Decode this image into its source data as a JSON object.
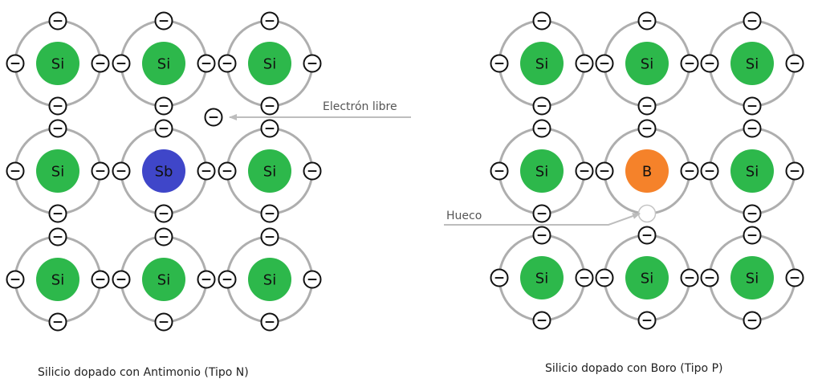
{
  "atom_labels": {
    "silicon": "Si",
    "antimony": "Sb",
    "boron": "B"
  },
  "electron_symbol": "−",
  "colors": {
    "silicon": "#2db84b",
    "antimony": "#3f46c9",
    "boron": "#f5822a",
    "orbit": "#aeaeae",
    "electron_stroke": "#111111",
    "arrow": "#bdbdbd",
    "annotation_text": "#555555"
  },
  "left_lattice": {
    "caption": "Silicio dopado con Antimonio (Tipo N)",
    "center_atom": "Sb",
    "annotation": "Electrón libre"
  },
  "right_lattice": {
    "caption": "Silicio dopado con Boro (Tipo P)",
    "center_atom": "B",
    "annotation": "Hueco"
  }
}
